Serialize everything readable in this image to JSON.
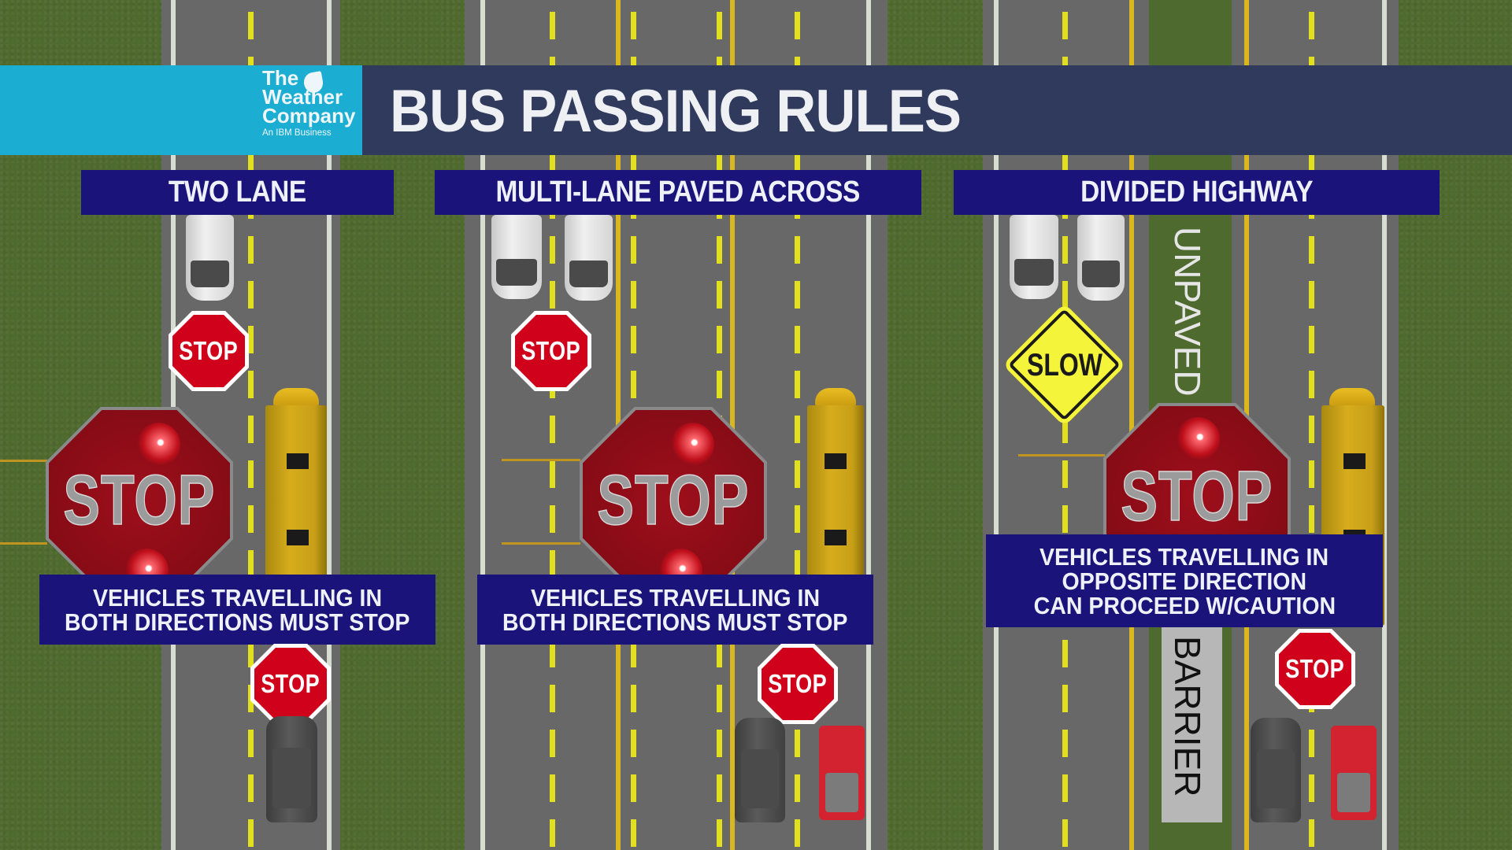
{
  "header": {
    "title": "BUS PASSING RULES",
    "logo": {
      "line1": "The",
      "line2": "Weather",
      "line3": "Company",
      "tagline": "An IBM Business"
    },
    "colors": {
      "logo_bg": "#1badd2",
      "bar_bg": "#2f3a5c",
      "label_bg": "#1a1379"
    }
  },
  "sections": [
    {
      "label": "TWO LANE",
      "caption": [
        "VEHICLES TRAVELLING IN",
        "BOTH DIRECTIONS MUST STOP"
      ],
      "signs": {
        "top": "STOP",
        "bus_arm": "STOP",
        "bottom": "STOP"
      }
    },
    {
      "label": "MULTI-LANE PAVED ACROSS",
      "caption": [
        "VEHICLES TRAVELLING IN",
        "BOTH DIRECTIONS MUST STOP"
      ],
      "signs": {
        "top": "STOP",
        "bus_arm": "STOP",
        "bottom": "STOP"
      }
    },
    {
      "label": "DIVIDED HIGHWAY",
      "caption": [
        "VEHICLES TRAVELLING IN",
        "OPPOSITE DIRECTION",
        "CAN PROCEED W/CAUTION"
      ],
      "signs": {
        "top": "SLOW",
        "bus_arm": "STOP",
        "bottom": "STOP"
      },
      "median_labels": {
        "unpaved": "UNPAVED",
        "barrier": "BARRIER"
      }
    }
  ]
}
